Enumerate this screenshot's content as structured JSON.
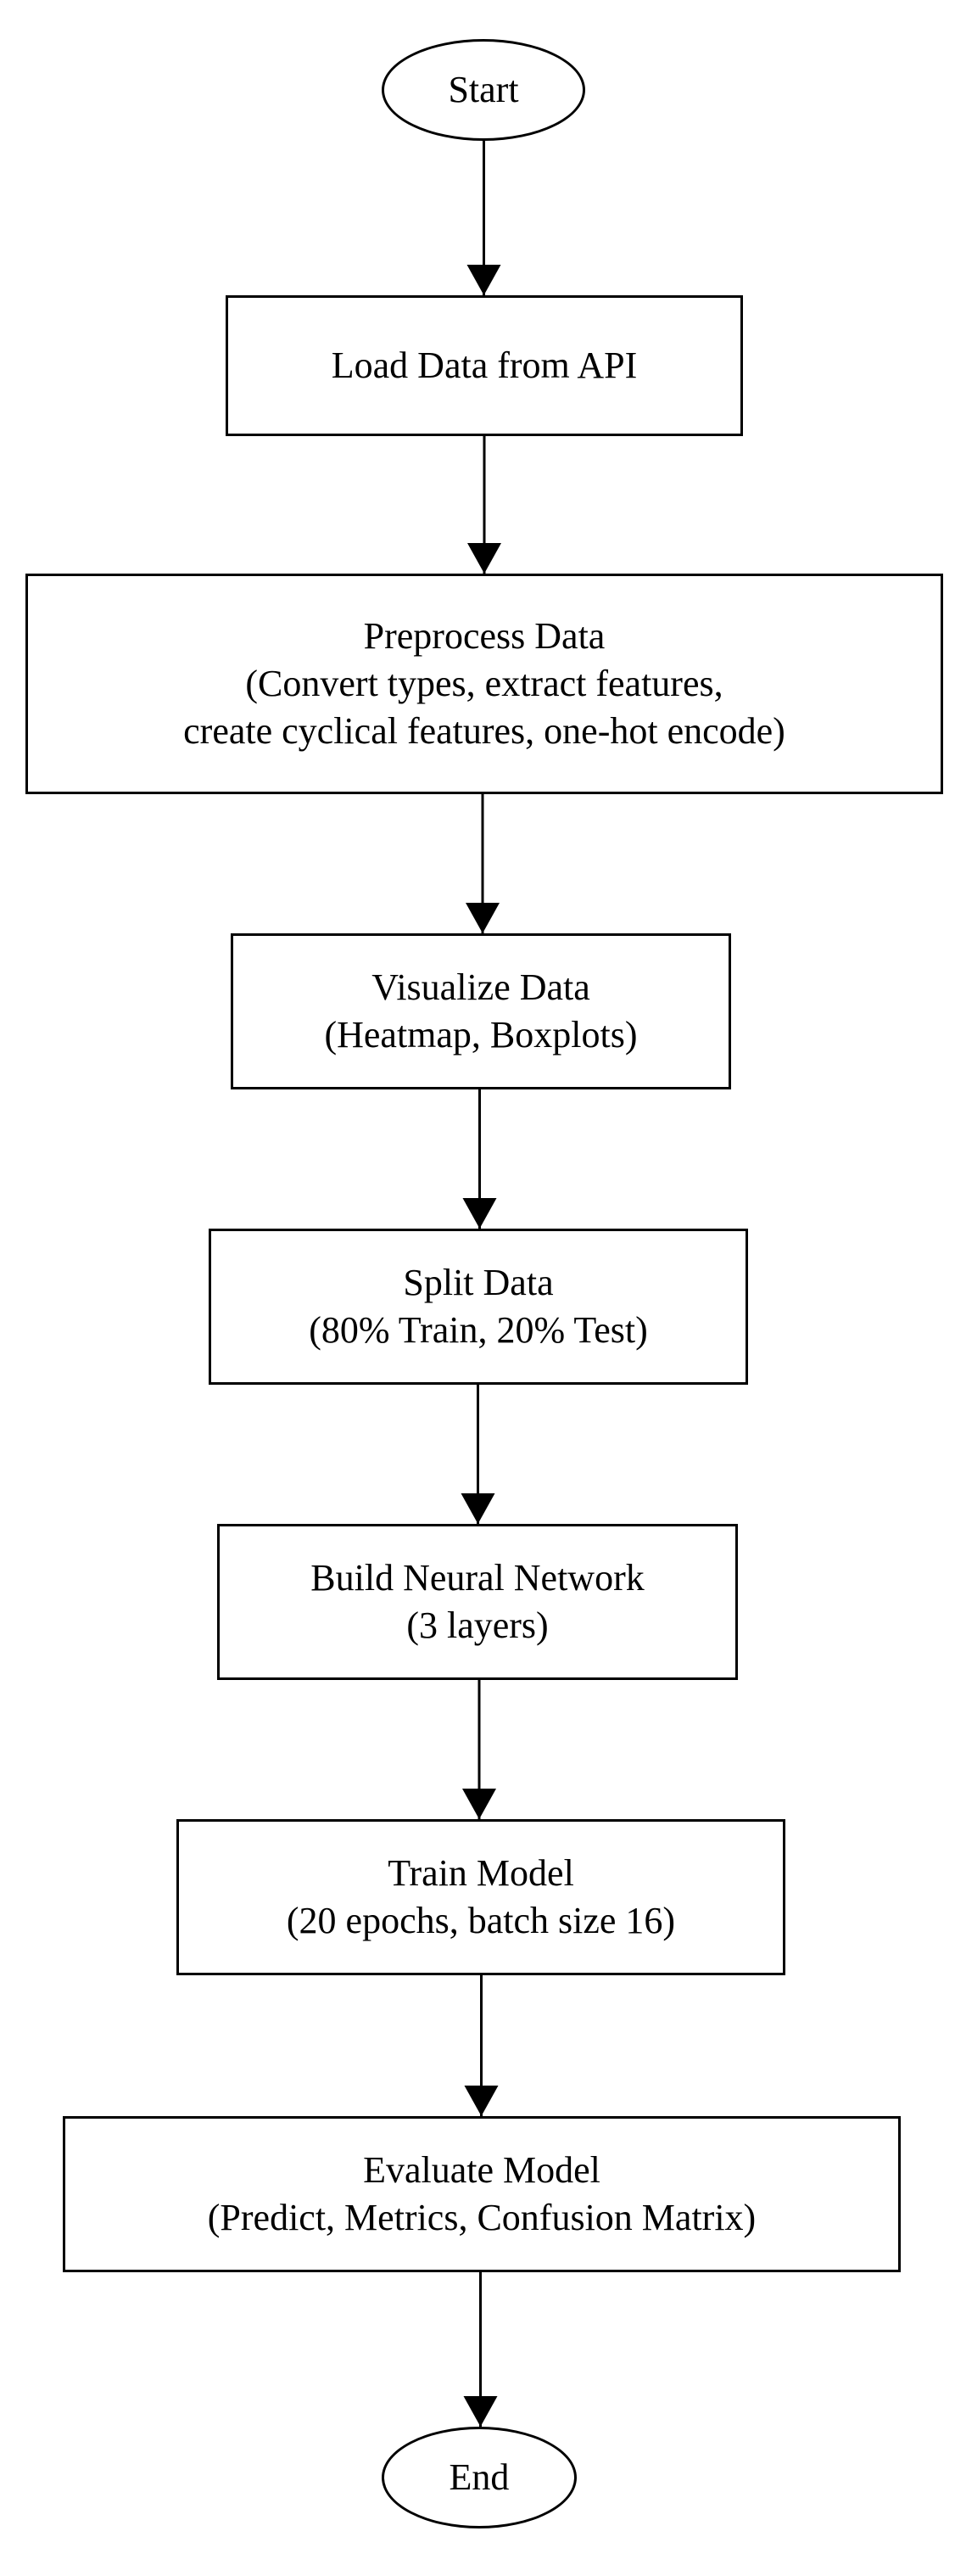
{
  "diagram": {
    "nodes": [
      {
        "id": "start",
        "shape": "ellipse",
        "lines": [
          "Start"
        ]
      },
      {
        "id": "load",
        "shape": "rect",
        "lines": [
          "Load Data from API"
        ]
      },
      {
        "id": "preprocess",
        "shape": "rect",
        "lines": [
          "Preprocess Data",
          "(Convert types, extract features,",
          "create cyclical features, one-hot encode)"
        ]
      },
      {
        "id": "visualize",
        "shape": "rect",
        "lines": [
          "Visualize Data",
          "(Heatmap, Boxplots)"
        ]
      },
      {
        "id": "split",
        "shape": "rect",
        "lines": [
          "Split Data",
          "(80% Train, 20% Test)"
        ]
      },
      {
        "id": "build",
        "shape": "rect",
        "lines": [
          "Build Neural Network",
          "(3 layers)"
        ]
      },
      {
        "id": "train",
        "shape": "rect",
        "lines": [
          "Train Model",
          "(20 epochs, batch size 16)"
        ]
      },
      {
        "id": "evaluate",
        "shape": "rect",
        "lines": [
          "Evaluate Model",
          "(Predict, Metrics, Confusion Matrix)"
        ]
      },
      {
        "id": "end",
        "shape": "ellipse",
        "lines": [
          "End"
        ]
      }
    ],
    "edges": [
      {
        "from": "start",
        "to": "load"
      },
      {
        "from": "load",
        "to": "preprocess"
      },
      {
        "from": "preprocess",
        "to": "visualize"
      },
      {
        "from": "visualize",
        "to": "split"
      },
      {
        "from": "split",
        "to": "build"
      },
      {
        "from": "build",
        "to": "train"
      },
      {
        "from": "train",
        "to": "evaluate"
      },
      {
        "from": "evaluate",
        "to": "end"
      }
    ]
  }
}
